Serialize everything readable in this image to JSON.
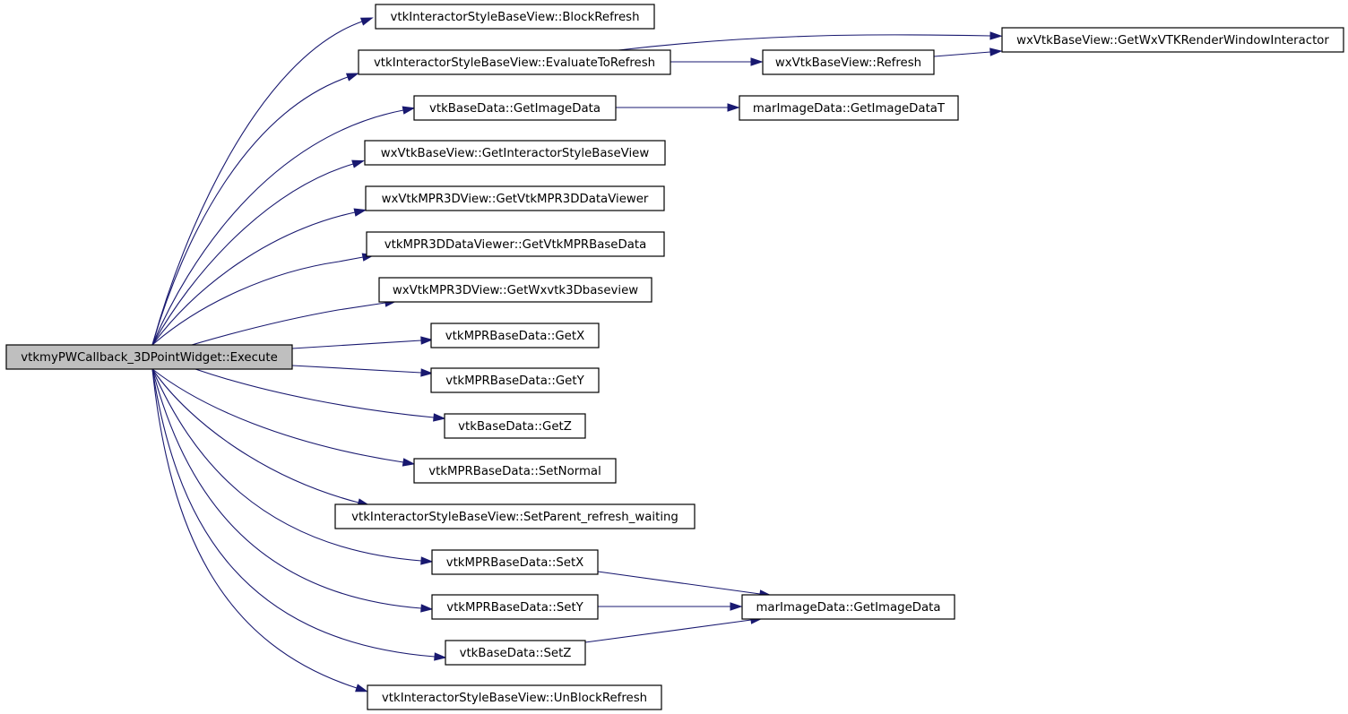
{
  "graph": {
    "type": "call-graph",
    "edge_color": "#191970",
    "root_fill": "#bfbfbf",
    "node_fill": "#ffffff",
    "nodes": [
      {
        "id": "root",
        "label": "vtkmyPWCallback_3DPointWidget::Execute",
        "root": true
      },
      {
        "id": "blockrefresh",
        "label": "vtkInteractorStyleBaseView::BlockRefresh"
      },
      {
        "id": "evaluate",
        "label": "vtkInteractorStyleBaseView::EvaluateToRefresh"
      },
      {
        "id": "getwxinteractor",
        "label": "wxVtkBaseView::GetWxVTKRenderWindowInteractor"
      },
      {
        "id": "refresh",
        "label": "wxVtkBaseView::Refresh"
      },
      {
        "id": "getimagedata",
        "label": "vtkBaseData::GetImageData"
      },
      {
        "id": "getimagedatat",
        "label": "marImageData::GetImageDataT"
      },
      {
        "id": "getstyle",
        "label": "wxVtkBaseView::GetInteractorStyleBaseView"
      },
      {
        "id": "getmpr3ddataviewer",
        "label": "wxVtkMPR3DView::GetVtkMPR3DDataViewer"
      },
      {
        "id": "getmprbasedata",
        "label": "vtkMPR3DDataViewer::GetVtkMPRBaseData"
      },
      {
        "id": "getwxvtk3dbaseview",
        "label": "wxVtkMPR3DView::GetWxvtk3Dbaseview"
      },
      {
        "id": "getx",
        "label": "vtkMPRBaseData::GetX"
      },
      {
        "id": "gety",
        "label": "vtkMPRBaseData::GetY"
      },
      {
        "id": "getz",
        "label": "vtkBaseData::GetZ"
      },
      {
        "id": "setnormal",
        "label": "vtkMPRBaseData::SetNormal"
      },
      {
        "id": "setparent",
        "label": "vtkInteractorStyleBaseView::SetParent_refresh_waiting"
      },
      {
        "id": "setx",
        "label": "vtkMPRBaseData::SetX"
      },
      {
        "id": "sety",
        "label": "vtkMPRBaseData::SetY"
      },
      {
        "id": "setz",
        "label": "vtkBaseData::SetZ"
      },
      {
        "id": "marimagedata",
        "label": "marImageData::GetImageData"
      },
      {
        "id": "unblockrefresh",
        "label": "vtkInteractorStyleBaseView::UnBlockRefresh"
      }
    ],
    "edges": [
      {
        "from": "root",
        "to": "blockrefresh"
      },
      {
        "from": "root",
        "to": "evaluate"
      },
      {
        "from": "root",
        "to": "getimagedata"
      },
      {
        "from": "root",
        "to": "getstyle"
      },
      {
        "from": "root",
        "to": "getmpr3ddataviewer"
      },
      {
        "from": "root",
        "to": "getmprbasedata"
      },
      {
        "from": "root",
        "to": "getwxvtk3dbaseview"
      },
      {
        "from": "root",
        "to": "getx"
      },
      {
        "from": "root",
        "to": "gety"
      },
      {
        "from": "root",
        "to": "getz"
      },
      {
        "from": "root",
        "to": "setnormal"
      },
      {
        "from": "root",
        "to": "setparent"
      },
      {
        "from": "root",
        "to": "setx"
      },
      {
        "from": "root",
        "to": "sety"
      },
      {
        "from": "root",
        "to": "setz"
      },
      {
        "from": "root",
        "to": "unblockrefresh"
      },
      {
        "from": "evaluate",
        "to": "getwxinteractor"
      },
      {
        "from": "evaluate",
        "to": "refresh"
      },
      {
        "from": "refresh",
        "to": "getwxinteractor"
      },
      {
        "from": "getimagedata",
        "to": "getimagedatat"
      },
      {
        "from": "setx",
        "to": "marimagedata"
      },
      {
        "from": "sety",
        "to": "marimagedata"
      },
      {
        "from": "setz",
        "to": "marimagedata"
      }
    ]
  }
}
